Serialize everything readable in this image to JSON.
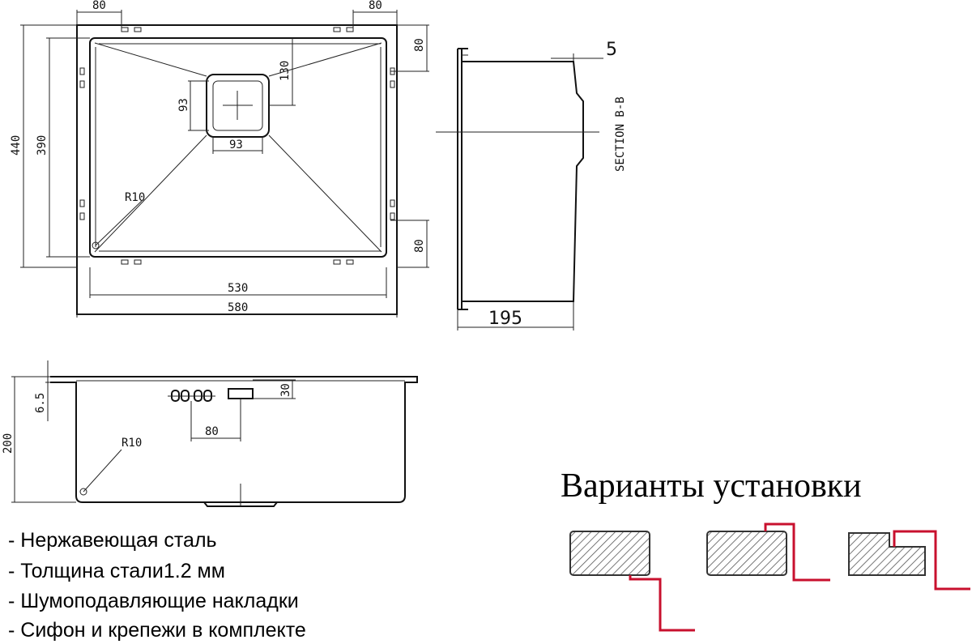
{
  "top_view": {
    "dim_80_top_left": "80",
    "dim_80_top_right": "80",
    "dim_80_right_top": "80",
    "dim_80_right_bottom": "80",
    "dim_130": "130",
    "dim_93_v": "93",
    "dim_93_h": "93",
    "dim_440": "440",
    "dim_390": "390",
    "dim_530": "530",
    "dim_580": "580",
    "radius": "R10"
  },
  "section_view": {
    "dim_5": "5",
    "dim_195": "195",
    "label": "SECTION B-B"
  },
  "front_view": {
    "dim_6_5": "6.5",
    "dim_200": "200",
    "dim_30": "30",
    "dim_80": "80",
    "radius": "R10"
  },
  "install": {
    "heading": "Варианты установки",
    "colors": {
      "line": "#c8102e",
      "hatch": "#555555"
    }
  },
  "specs": [
    "- Нержавеющая сталь",
    "- Толщина стали1.2 мм",
    "- Шумоподавляющие накладки",
    "- Сифон и крепежи в комплекте"
  ]
}
